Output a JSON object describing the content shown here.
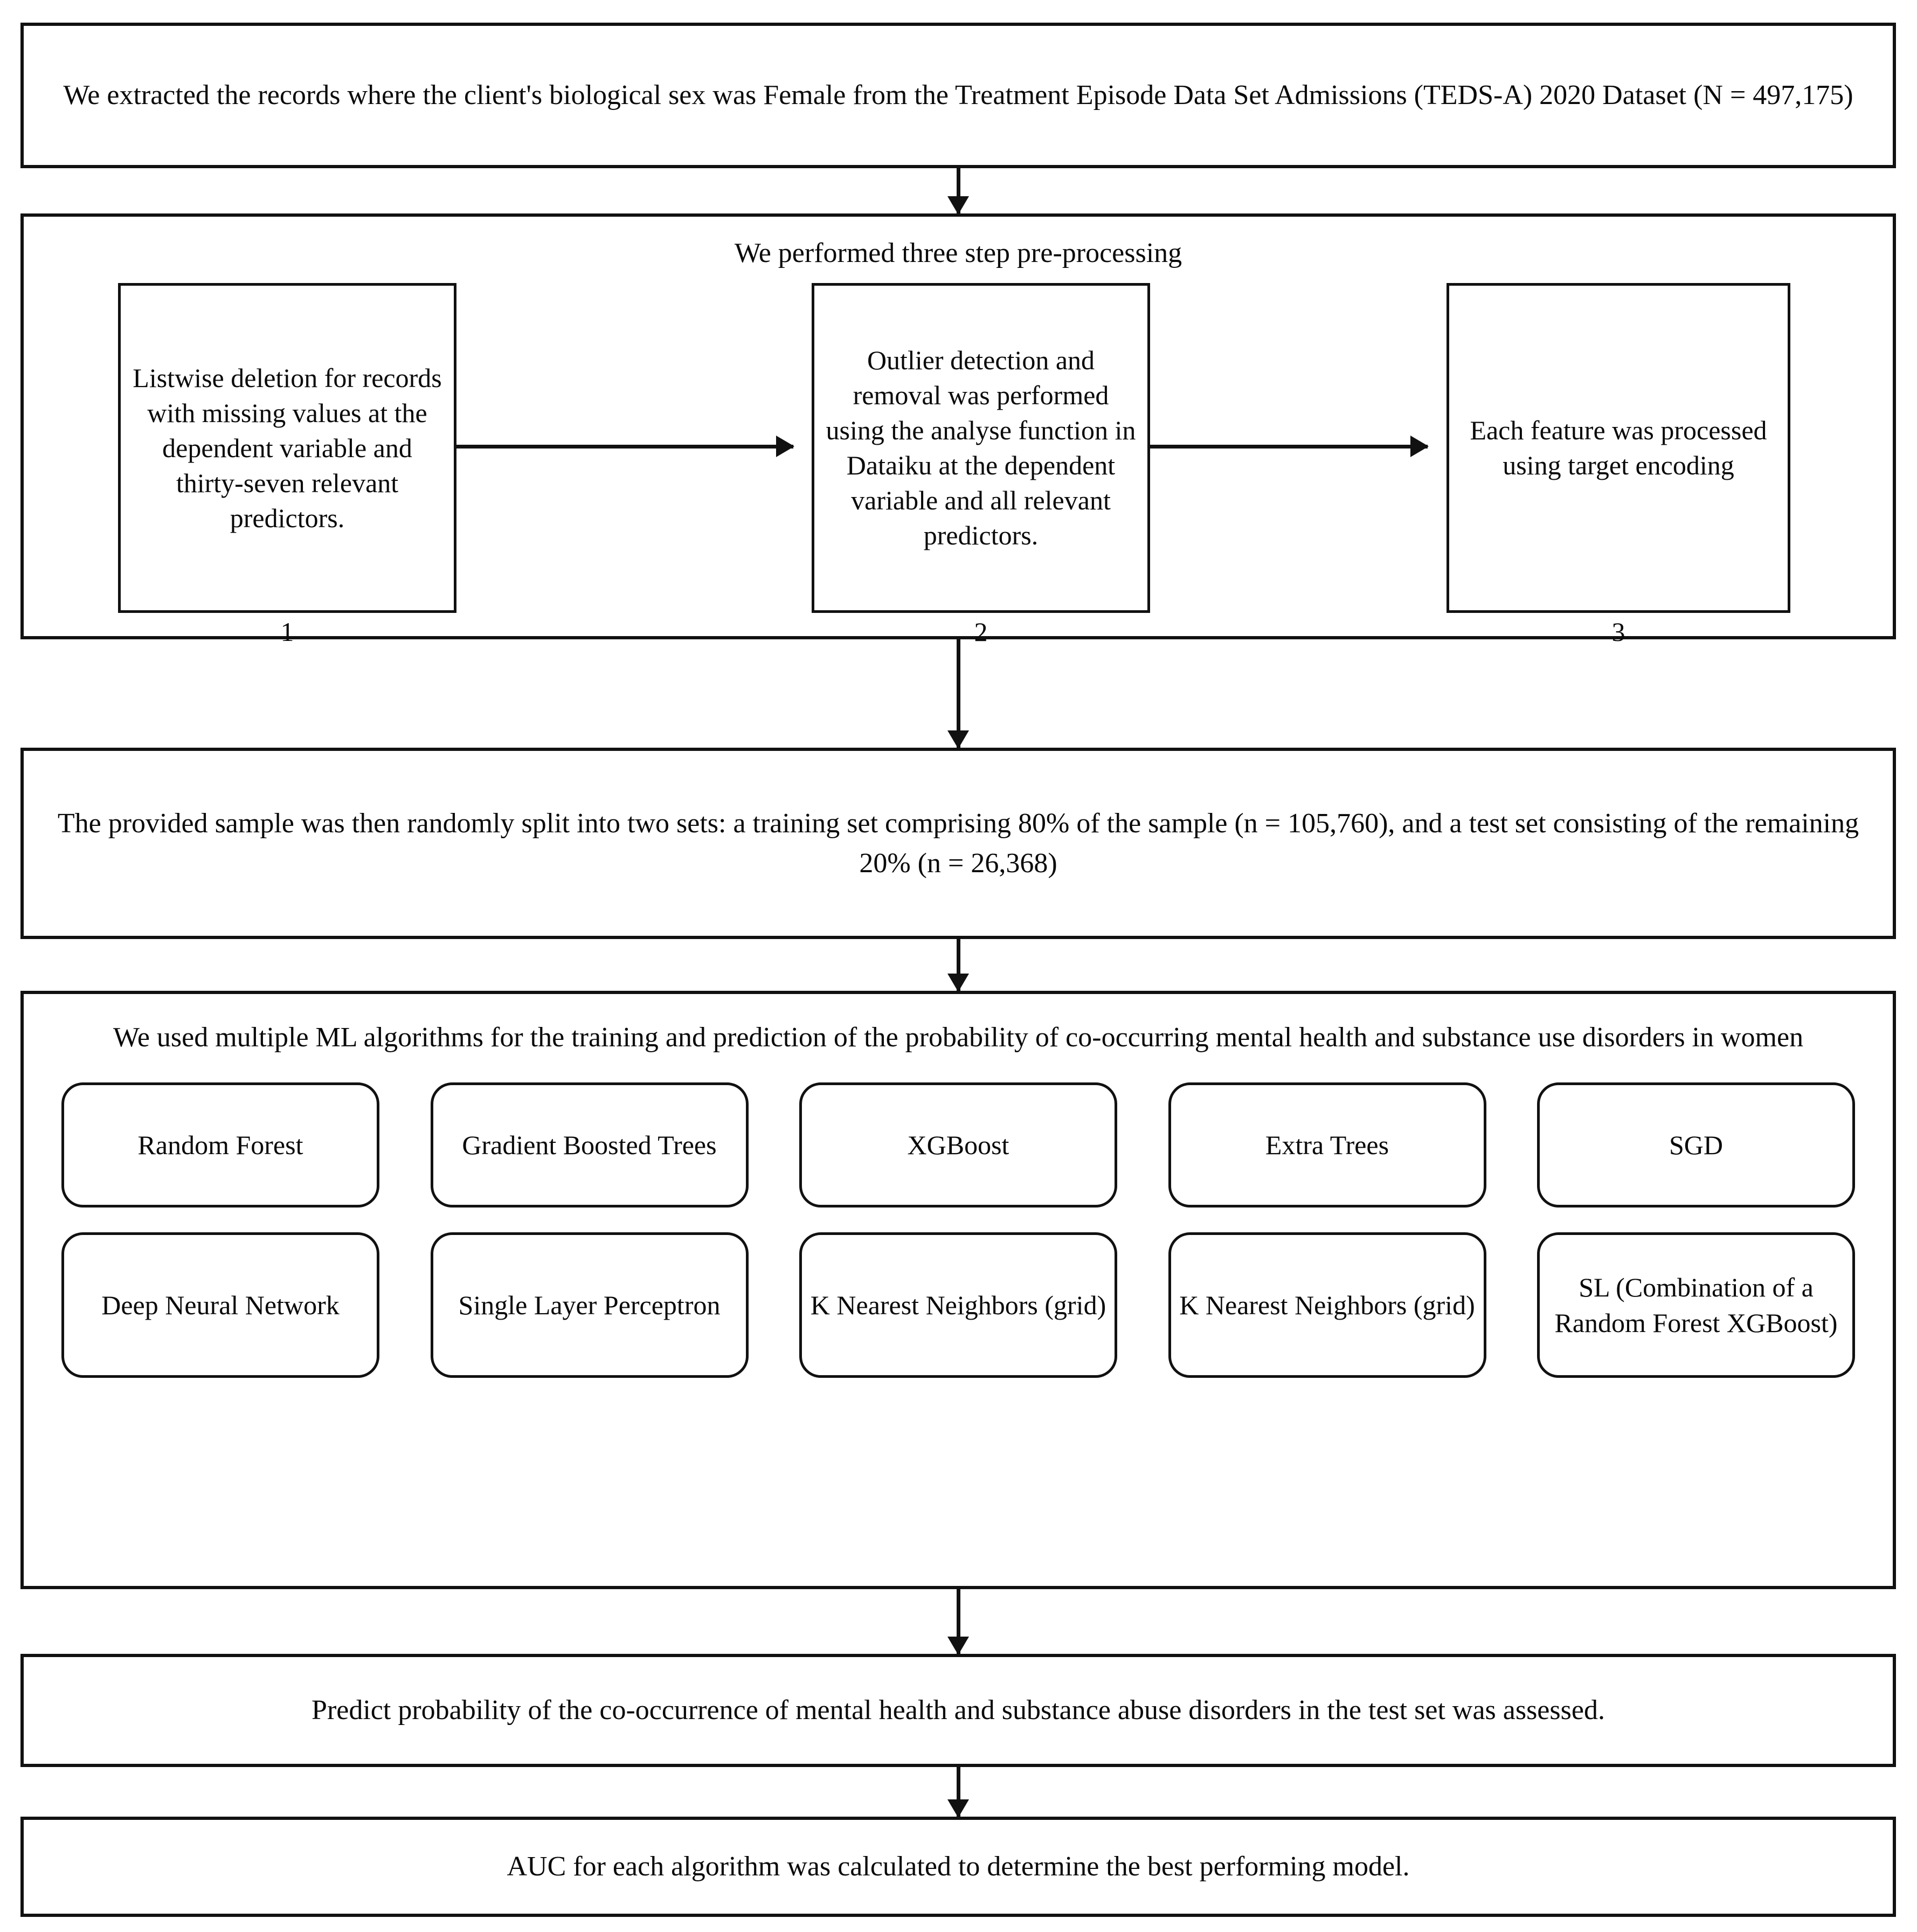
{
  "flow": {
    "extract": {
      "text": "We extracted the records where the client's biological sex was Female from the Treatment Episode Data Set Admissions (TEDS-A) 2020 Dataset (N = 497,175)"
    },
    "preprocess": {
      "title": "We performed three step pre-processing",
      "steps": [
        {
          "number": "1",
          "text": "Listwise deletion for records with missing values at the dependent variable and thirty-seven relevant predictors."
        },
        {
          "number": "2",
          "text": "Outlier detection and removal was performed using the analyse function in Dataiku at the dependent variable and all relevant predictors."
        },
        {
          "number": "3",
          "text": "Each feature was processed using target encoding"
        }
      ]
    },
    "split": {
      "text": "The provided sample was then randomly split into two sets: a training set comprising 80% of the sample (n = 105,760), and a test set consisting of the remaining 20% (n = 26,368)"
    },
    "models": {
      "title": "We used multiple ML algorithms for the training and prediction of the probability of co-occurring mental health and substance use disorders in women",
      "row1": [
        {
          "label": "Random Forest"
        },
        {
          "label": "Gradient Boosted Trees"
        },
        {
          "label": "XGBoost"
        },
        {
          "label": "Extra Trees"
        },
        {
          "label": "SGD"
        }
      ],
      "row2": [
        {
          "label": "Deep Neural Network"
        },
        {
          "label": "Single Layer Perceptron"
        },
        {
          "label": "K Nearest Neighbors (grid)"
        },
        {
          "label": "K Nearest Neighbors (grid)"
        },
        {
          "label": "SL (Combination of a Random Forest XGBoost)"
        }
      ]
    },
    "predict": {
      "text": "Predict probability of the co-occurrence of mental health and substance abuse disorders in the test set was assessed."
    },
    "auc": {
      "text": "AUC for each algorithm was calculated to determine the best performing model."
    }
  },
  "colors": {
    "stroke": "#111111",
    "background": "#ffffff",
    "text": "#0a0a0a"
  }
}
